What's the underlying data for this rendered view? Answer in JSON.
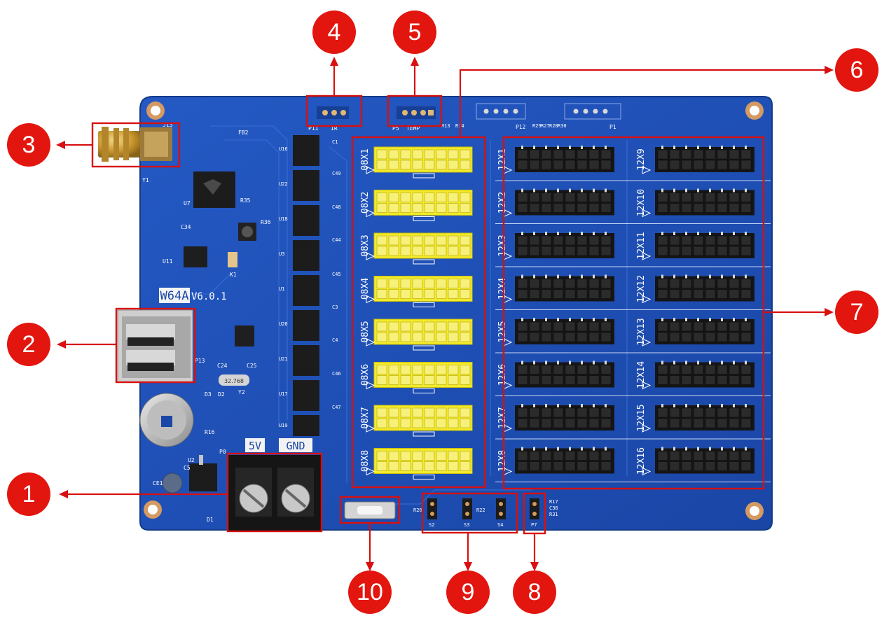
{
  "board": {
    "model": "W64A",
    "version": "V6.0.1",
    "terminal_labels": [
      "5V",
      "GND"
    ],
    "crystal_label": "32.768"
  },
  "hub08_ports": [
    "08X1",
    "08X2",
    "08X3",
    "08X4",
    "08X5",
    "08X6",
    "08X7",
    "08X8"
  ],
  "hub12_ports": [
    "12X1",
    "12X2",
    "12X3",
    "12X4",
    "12X5",
    "12X6",
    "12X7",
    "12X8",
    "12X9",
    "12X10",
    "12X11",
    "12X12",
    "12X13",
    "12X14",
    "12X15",
    "12X16"
  ],
  "silkscreen": {
    "p11": "P11",
    "ir": "IR",
    "p5": "P5",
    "temp": "TEMP",
    "j15": "J15",
    "u7": "U7",
    "u11": "U11",
    "y1": "Y1",
    "y2": "Y2",
    "p0": "P0",
    "d1": "D1",
    "u2": "U2",
    "ce1": "CE1",
    "r16": "R16",
    "s2": "S2",
    "s3": "S3",
    "s4": "S4",
    "p7": "P7",
    "p12": "P12",
    "p1": "P1",
    "p13": "P13",
    "r35": "R35",
    "r36": "R36",
    "c24": "C24",
    "c25": "C25",
    "d2": "D2",
    "d3": "D3",
    "k1": "K1",
    "fb2": "FB2",
    "c34": "C34",
    "c1": "C1",
    "c49": "C49",
    "c48": "C48",
    "c44": "C44",
    "c45": "C45",
    "c3": "C3",
    "c4": "C4",
    "c46": "C46",
    "c47": "C47",
    "c5": "C5",
    "u16": "U16",
    "u22": "U22",
    "u18": "U18",
    "u3": "U3",
    "u1": "U1",
    "u20": "U20",
    "u21": "U21",
    "u17": "U17",
    "u19": "U19",
    "r20": "R20",
    "r22": "R22",
    "r17": "R17",
    "c36": "C36",
    "r31": "R31",
    "r13": "R13",
    "r14": "R14",
    "r29": "R29",
    "r27": "R27",
    "r28": "R28",
    "r30": "R30"
  },
  "callouts": [
    "1",
    "2",
    "3",
    "4",
    "5",
    "6",
    "7",
    "8",
    "9",
    "10"
  ],
  "colors": {
    "background": "#ffffff",
    "pcb": "#1a4fb8",
    "callout": "#e3150f",
    "highlight_box": "#d81010",
    "hub08_header": "#f3ea2a",
    "hub12_header": "#151515"
  }
}
